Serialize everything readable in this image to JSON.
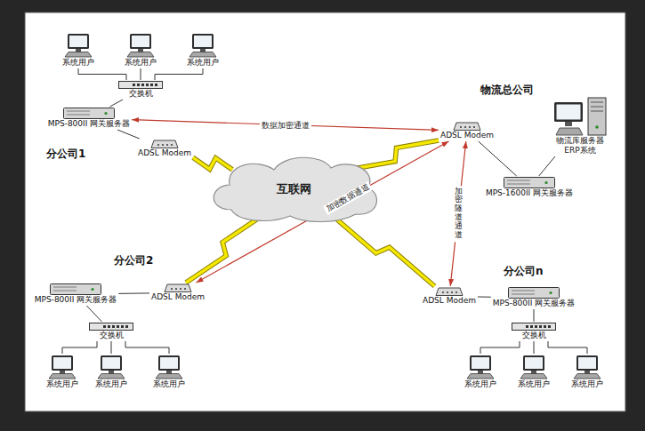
{
  "diagram": {
    "nodes": [
      {
        "text": [
          "系统用户"
        ]
      },
      {
        "text": [
          "系统用户"
        ]
      },
      {
        "text": [
          "系统用户"
        ]
      },
      {
        "text": [
          "交换机"
        ]
      },
      {
        "text": [
          "MPS-800II 网关服务器"
        ]
      },
      {
        "text": [
          "ADSL Modem"
        ]
      },
      {
        "text": [
          "ADSL Modem"
        ]
      },
      {
        "text": [
          "物流库服务器 ERP系统"
        ]
      },
      {
        "text": [
          "MPS-1600II 网关服务器"
        ]
      },
      {
        "text": [
          "互联网"
        ]
      },
      {
        "text": [
          "MPS-800II 网关服务器"
        ]
      },
      {
        "text": [
          "ADSL Modem"
        ]
      },
      {
        "text": [
          "交换机"
        ]
      },
      {
        "text": [
          "系统用户"
        ]
      },
      {
        "text": [
          "系统用户"
        ]
      },
      {
        "text": [
          "系统用户"
        ]
      },
      {
        "text": [
          "ADSL Modem"
        ]
      },
      {
        "text": [
          "MPS-800II 网关服务器"
        ]
      },
      {
        "text": [
          "交换机"
        ]
      },
      {
        "text": [
          "系统用户"
        ]
      },
      {
        "text": [
          "系统用户"
        ]
      },
      {
        "text": [
          "系统用户"
        ]
      }
    ],
    "edges": [
      {
        "from": 0,
        "to": 3,
        "arrow": "none"
      },
      {
        "from": 1,
        "to": 3,
        "arrow": "none"
      },
      {
        "from": 2,
        "to": 3,
        "arrow": "none"
      },
      {
        "from": 3,
        "to": 4,
        "arrow": "none"
      },
      {
        "from": 4,
        "to": 5,
        "arrow": "none"
      },
      {
        "from": 5,
        "to": 9,
        "arrow": "none"
      },
      {
        "from": 4,
        "to": 6,
        "label": "数据加密通道",
        "arrow": "both"
      },
      {
        "from": 6,
        "to": 8,
        "arrow": "none"
      },
      {
        "from": 8,
        "to": 7,
        "arrow": "none"
      },
      {
        "from": 6,
        "to": 9,
        "arrow": "none"
      },
      {
        "from": 11,
        "to": 6,
        "label": "加密数据通道",
        "arrow": "both"
      },
      {
        "from": 6,
        "to": 16,
        "label": "加密隧道通道",
        "arrow": "both"
      },
      {
        "from": 10,
        "to": 11,
        "arrow": "none"
      },
      {
        "from": 11,
        "to": 9,
        "arrow": "none"
      },
      {
        "from": 10,
        "to": 12,
        "arrow": "none"
      },
      {
        "from": 12,
        "to": 13,
        "arrow": "none"
      },
      {
        "from": 12,
        "to": 14,
        "arrow": "none"
      },
      {
        "from": 12,
        "to": 15,
        "arrow": "none"
      },
      {
        "from": 9,
        "to": 16,
        "arrow": "none"
      },
      {
        "from": 16,
        "to": 17,
        "arrow": "none"
      },
      {
        "from": 17,
        "to": 18,
        "arrow": "none"
      },
      {
        "from": 18,
        "to": 19,
        "arrow": "none"
      },
      {
        "from": 18,
        "to": 20,
        "arrow": "none"
      },
      {
        "from": 18,
        "to": 21,
        "arrow": "none"
      }
    ],
    "labels": [
      "物流总公司",
      "分公司1",
      "分公司2",
      "分公司n"
    ]
  }
}
